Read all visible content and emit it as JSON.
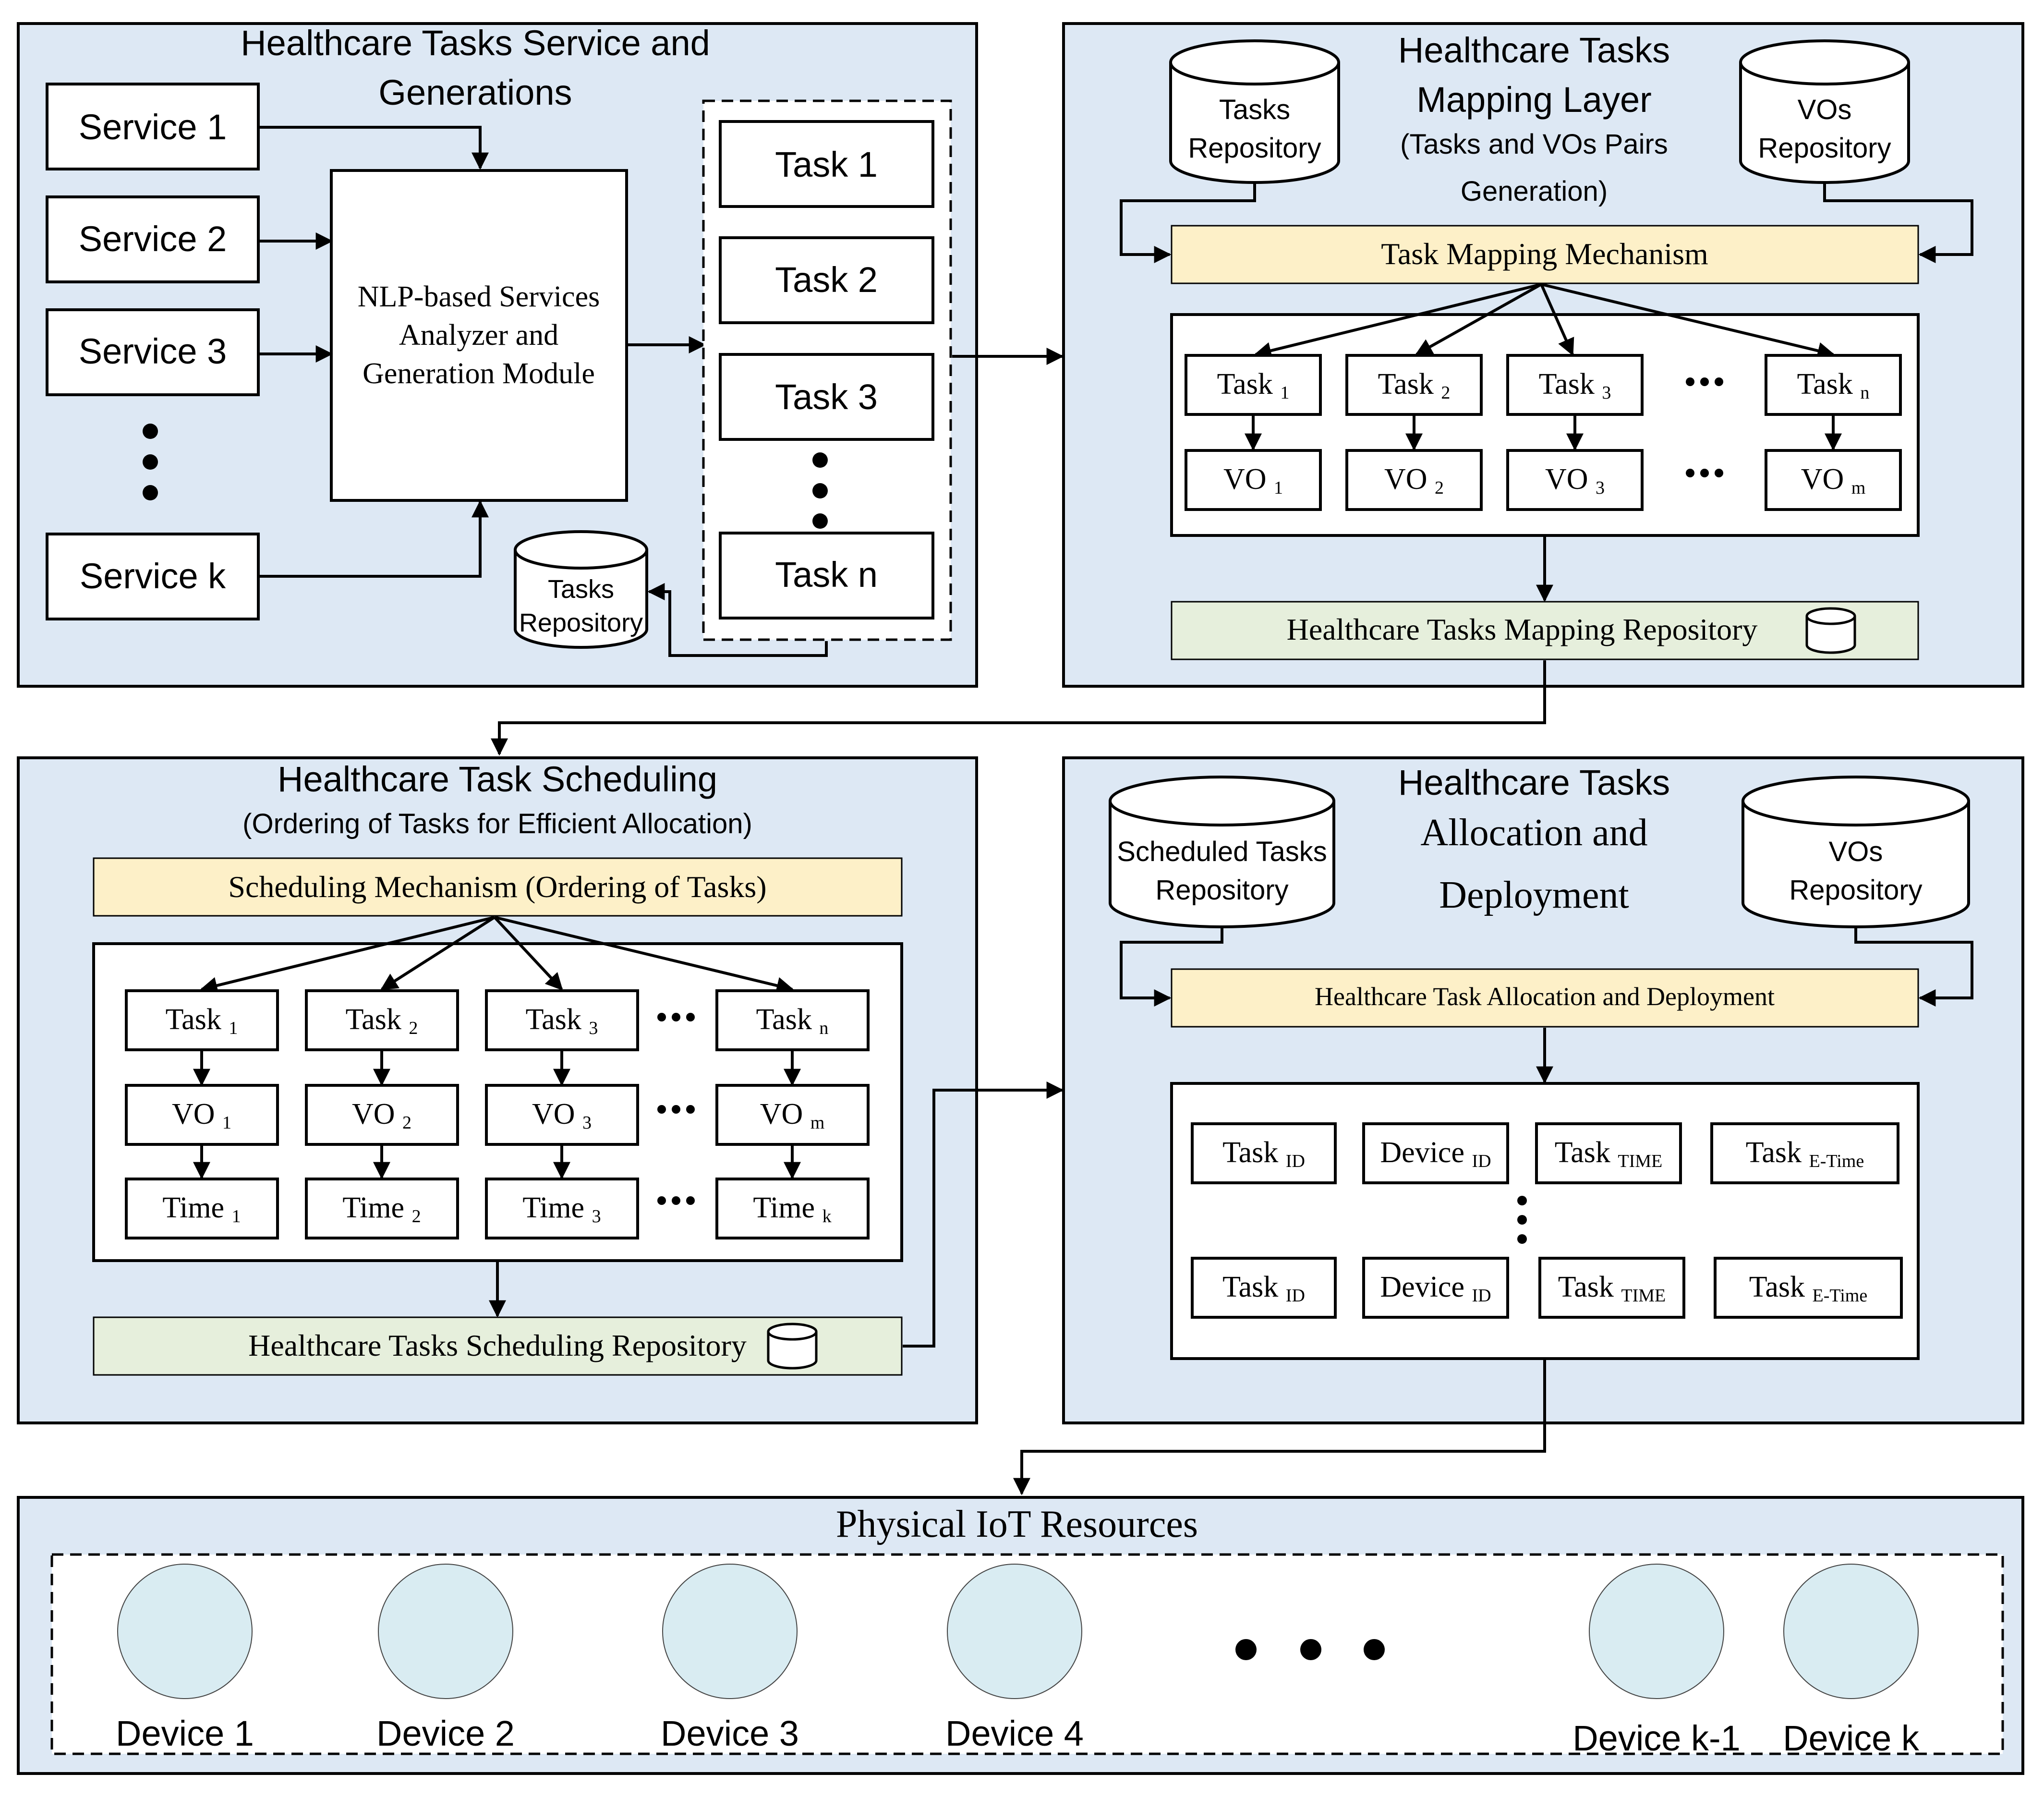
{
  "colors": {
    "panel_fill": "#dde8f4",
    "mechanism_fill": "#fdf0c8",
    "repository_bar_fill": "#e6efdc",
    "device_fill": "#d9ecf2",
    "stroke": "#000000"
  },
  "service_panel": {
    "title_line1": "Healthcare Tasks Service and",
    "title_line2": "Generations",
    "services": [
      "Service 1",
      "Service 2",
      "Service 3",
      "Service k"
    ],
    "analyzer_line1": "NLP-based Services",
    "analyzer_line2": "Analyzer and",
    "analyzer_line3": "Generation Module",
    "tasks": [
      "Task 1",
      "Task 2",
      "Task 3",
      "Task n"
    ],
    "repo_line1": "Tasks",
    "repo_line2": "Repository"
  },
  "mapping_panel": {
    "title_line1": "Healthcare Tasks",
    "title_line2": "Mapping Layer",
    "subtitle_line1": "(Tasks and VOs Pairs",
    "subtitle_line2": "Generation)",
    "tasks_repo_line1": "Tasks",
    "tasks_repo_line2": "Repository",
    "vos_repo_line1": "VOs",
    "vos_repo_line2": "Repository",
    "mechanism": "Task Mapping Mechanism",
    "task_main": "Task",
    "vo_main": "VO",
    "task_subs": [
      "1",
      "2",
      "3",
      "n"
    ],
    "vo_subs": [
      "1",
      "2",
      "3",
      "m"
    ],
    "repository": "Healthcare Tasks Mapping Repository"
  },
  "scheduling_panel": {
    "title": "Healthcare Task Scheduling",
    "subtitle": "(Ordering of Tasks for Efficient Allocation)",
    "mechanism": "Scheduling Mechanism (Ordering of Tasks)",
    "task_main": "Task",
    "vo_main": "VO",
    "time_main": "Time",
    "task_subs": [
      "1",
      "2",
      "3",
      "n"
    ],
    "vo_subs": [
      "1",
      "2",
      "3",
      "m"
    ],
    "time_subs": [
      "1",
      "2",
      "3",
      "k"
    ],
    "repository": "Healthcare Tasks Scheduling Repository"
  },
  "allocation_panel": {
    "title_line1": "Healthcare Tasks",
    "title_line2": "Allocation and",
    "title_line3": "Deployment",
    "scheduled_repo_line1": "Scheduled Tasks",
    "scheduled_repo_line2": "Repository",
    "vos_repo_line1": "VOs",
    "vos_repo_line2": "Repository",
    "mechanism": "Healthcare Task Allocation and Deployment",
    "row_items": [
      {
        "main": "Task",
        "sub": "ID"
      },
      {
        "main": "Device",
        "sub": "ID"
      },
      {
        "main": "Task",
        "sub": "TIME"
      },
      {
        "main": "Task",
        "sub": "E-Time"
      }
    ]
  },
  "resources_panel": {
    "title": "Physical IoT Resources",
    "devices": [
      "Device 1",
      "Device 2",
      "Device 3",
      "Device 4",
      "Device k-1",
      "Device k"
    ]
  }
}
